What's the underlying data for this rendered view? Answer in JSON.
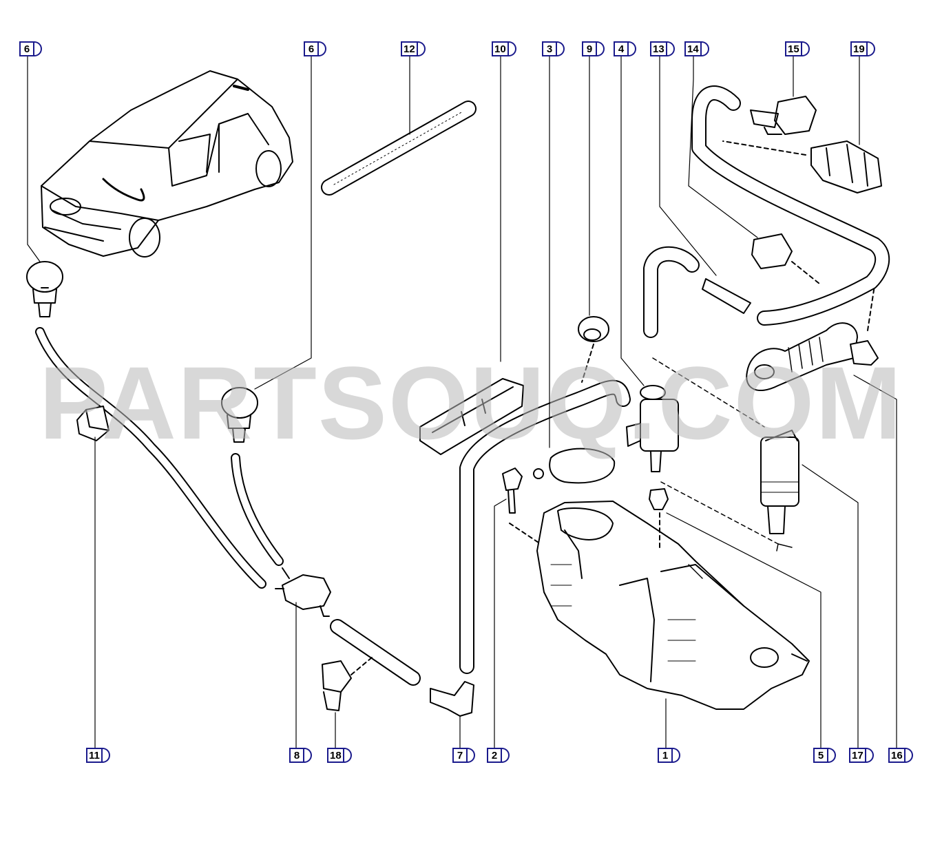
{
  "watermark": "PARTSOUQ.COM",
  "colors": {
    "callout_border": "#1a1a8c",
    "line": "#000000",
    "watermark": "#b9b9b9"
  },
  "callouts": {
    "c6a": "6",
    "c6b": "6",
    "c12": "12",
    "c10": "10",
    "c3": "3",
    "c9": "9",
    "c4": "4",
    "c13": "13",
    "c14": "14",
    "c15": "15",
    "c19": "19",
    "c11": "11",
    "c8": "8",
    "c18": "18",
    "c7": "7",
    "c2": "2",
    "c1": "1",
    "c5": "5",
    "c17": "17",
    "c16": "16"
  }
}
